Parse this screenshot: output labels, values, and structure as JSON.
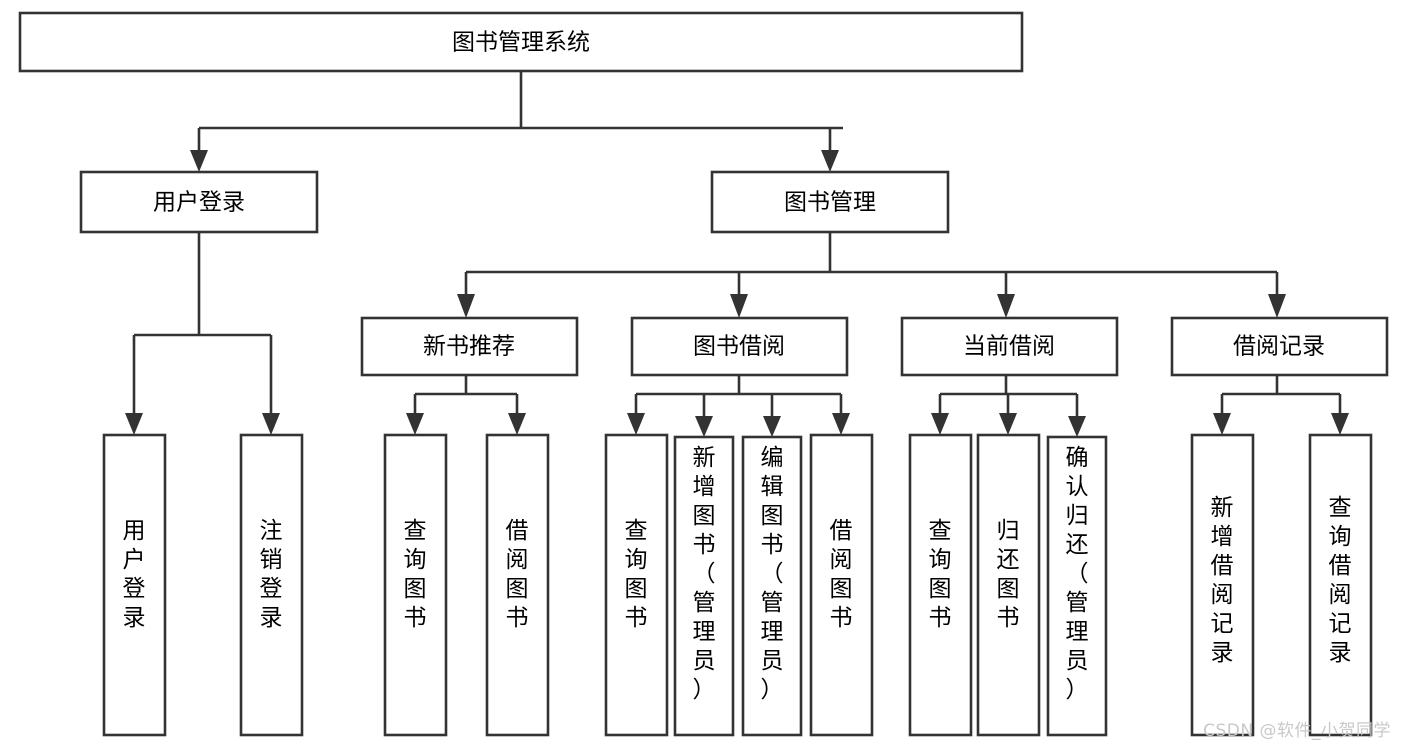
{
  "diagram": {
    "type": "tree",
    "title": "图书管理系统",
    "watermark": "CSDN @软件_小贺同学",
    "colors": {
      "stroke": "#333333",
      "box_fill": "#ffffff",
      "text": "#000000",
      "watermark": "#c9c9c9",
      "background": "#ffffff"
    },
    "root": {
      "label": "图书管理系统"
    },
    "level2": [
      {
        "label": "用户登录"
      },
      {
        "label": "图书管理"
      }
    ],
    "level3": [
      {
        "label": "新书推荐"
      },
      {
        "label": "图书借阅"
      },
      {
        "label": "当前借阅"
      },
      {
        "label": "借阅记录"
      }
    ],
    "leaves": {
      "user_login": [
        {
          "label": "用户登录"
        },
        {
          "label": "注销登录"
        }
      ],
      "new_book_recommend": [
        {
          "label": "查询图书"
        },
        {
          "label": "借阅图书"
        }
      ],
      "book_borrow": [
        {
          "label": "查询图书"
        },
        {
          "label": "新增图书（管理员）"
        },
        {
          "label": "编辑图书（管理员）"
        },
        {
          "label": "借阅图书"
        }
      ],
      "current_borrow": [
        {
          "label": "查询图书"
        },
        {
          "label": "归还图书"
        },
        {
          "label": "确认归还（管理员）"
        }
      ],
      "borrow_record": [
        {
          "label": "新增借阅记录"
        },
        {
          "label": "查询借阅记录"
        }
      ]
    }
  }
}
